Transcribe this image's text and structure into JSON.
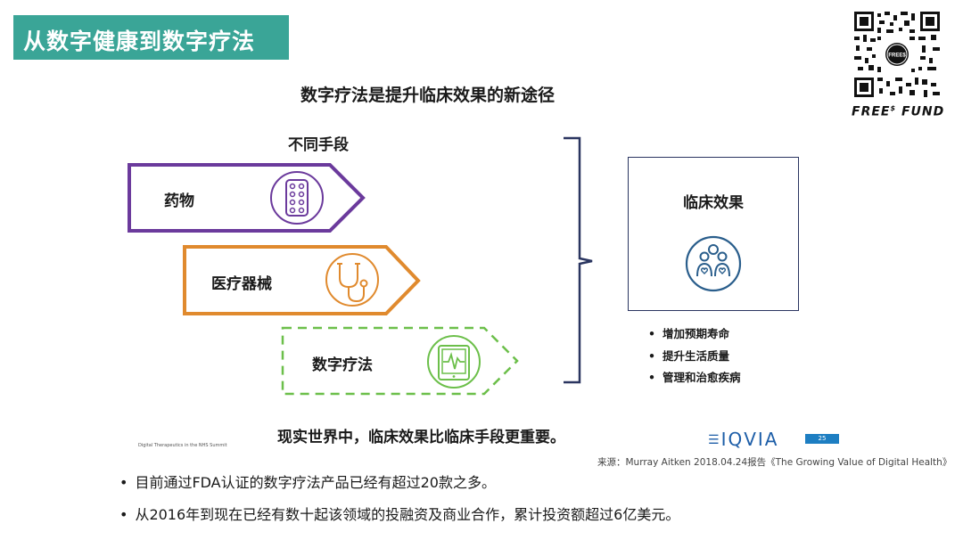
{
  "slide": {
    "title": "从数字健康到数字疗法",
    "heading": "数字疗法是提升临床效果的新途径",
    "means_label": "不同手段",
    "arrows": [
      {
        "label": "药物",
        "color": "#6b3a9c",
        "icon": "pill-pack-icon",
        "style": "solid"
      },
      {
        "label": "医疗器械",
        "color": "#e08a2e",
        "icon": "stethoscope-icon",
        "style": "solid"
      },
      {
        "label": "数字疗法",
        "color": "#6cbf4a",
        "icon": "tablet-heartbeat-icon",
        "style": "dashed"
      }
    ],
    "effect": {
      "title": "临床效果",
      "icon": "family-care-icon",
      "benefits": [
        "增加预期寿命",
        "提升生活质量",
        "管理和治愈疾病"
      ]
    },
    "conclusion": "现实世界中，临床效果比临床手段更重要。",
    "footnote_small": "Digital Therapeutics in the NHS Summit",
    "logo": "IQVIA",
    "page_number": "25",
    "source": "来源：Murray Aitken 2018.04.24报告《The Growing Value of Digital Health》",
    "bullets": [
      "目前通过FDA认证的数字疗法产品已经有超过20款之多。",
      "从2016年到现在已经有数十起该领域的投融资及商业合作，累计投资额超过6亿美元。"
    ]
  },
  "brand": {
    "name": "FREE",
    "sup": "$",
    "suffix": "FUND",
    "qr_center_text": "FREE$"
  },
  "colors": {
    "title_bg": "#3aa597",
    "navy": "#2a3560",
    "purple": "#6b3a9c",
    "orange": "#e08a2e",
    "green": "#6cbf4a",
    "iqvia_blue": "#1d5ea8"
  }
}
